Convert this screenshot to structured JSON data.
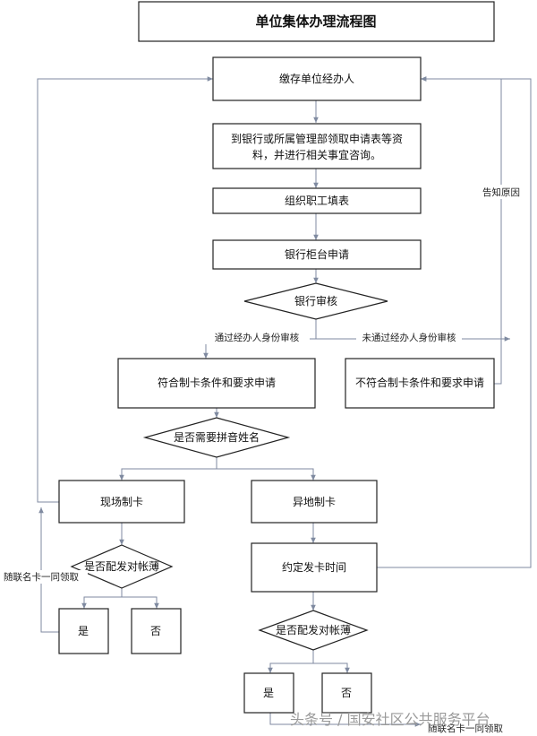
{
  "title": "单位集体办理流程图",
  "nodes": {
    "step1": "缴存单位经办人",
    "step2_line1": "到银行或所属管理部领取申请表等资",
    "step2_line2": "料，并进行相关事宜咨询。",
    "step3": "组织职工填表",
    "step4": "银行柜台申请",
    "decision1": "银行审核",
    "qualified": "符合制卡条件和要求申请",
    "unqualified": "不符合制卡条件和要求申请",
    "decision2": "是否需要拼音姓名",
    "onsite": "现场制卡",
    "offsite": "异地制卡",
    "decision3_left": "是否配发对帐薄",
    "yes_left": "是",
    "no_left": "否",
    "schedule": "约定发卡时间",
    "decision3_right": "是否配发对帐薄",
    "yes_right": "是",
    "no_right": "否"
  },
  "labels": {
    "pass": "通过经办人身份审核",
    "fail": "未通过经办人身份审核",
    "notify": "告知原因",
    "receive_left": "随联名卡一同领取",
    "receive_right": "随联名卡一同领取"
  },
  "watermark": "头条号 / 国安社区公共服务平台"
}
